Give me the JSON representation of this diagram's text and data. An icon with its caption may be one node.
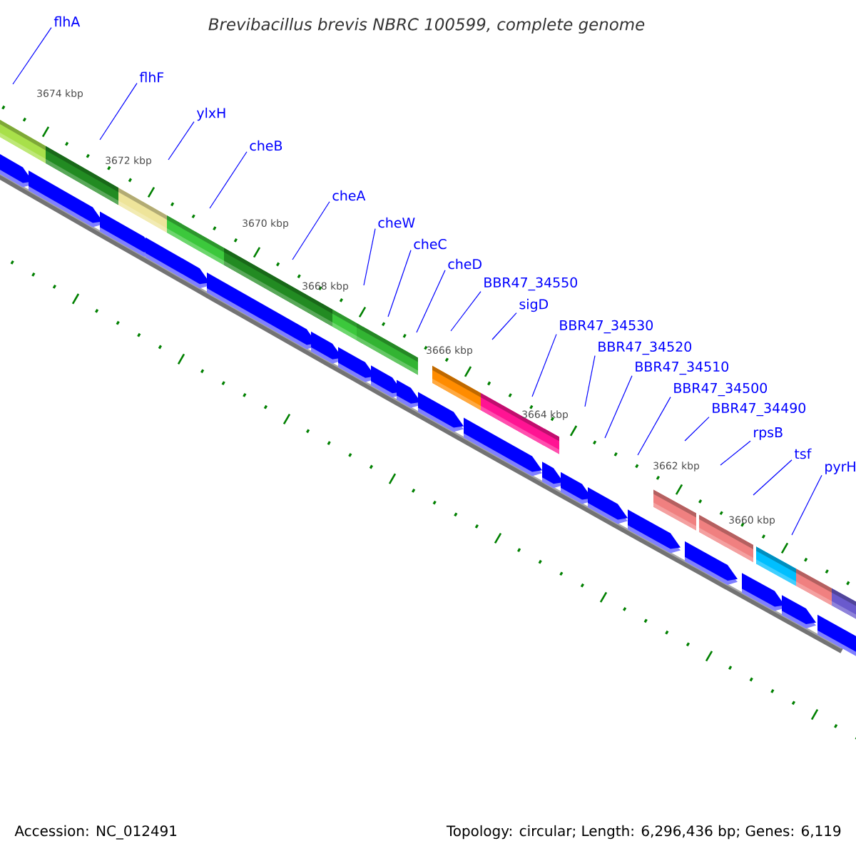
{
  "diagram": {
    "title": "Brevibacillus brevis NBRC 100599, complete genome",
    "nodes": [
      {
        "text": [
          "flhA"
        ]
      },
      {
        "text": [
          "flhF"
        ]
      },
      {
        "text": [
          "ylxH"
        ]
      },
      {
        "text": [
          "cheB"
        ]
      },
      {
        "text": [
          "cheA"
        ]
      },
      {
        "text": [
          "cheW"
        ]
      },
      {
        "text": [
          "cheC"
        ]
      },
      {
        "text": [
          "cheD"
        ]
      },
      {
        "text": [
          "BBR47_34550"
        ]
      },
      {
        "text": [
          "sigD"
        ]
      },
      {
        "text": [
          "BBR47_34530"
        ]
      },
      {
        "text": [
          "BBR47_34520"
        ]
      },
      {
        "text": [
          "BBR47_34510"
        ]
      },
      {
        "text": [
          "BBR47_34500"
        ]
      },
      {
        "text": [
          "BBR47_34490"
        ]
      },
      {
        "text": [
          "rpsB"
        ]
      },
      {
        "text": [
          "tsf"
        ]
      },
      {
        "text": [
          "pyrH"
        ]
      }
    ],
    "edges": [
      {
        "from": 0,
        "to": null,
        "arrow": "none"
      },
      {
        "from": 1,
        "to": null,
        "arrow": "none"
      },
      {
        "from": 2,
        "to": null,
        "arrow": "none"
      },
      {
        "from": 3,
        "to": null,
        "arrow": "none"
      },
      {
        "from": 4,
        "to": null,
        "arrow": "none"
      },
      {
        "from": 5,
        "to": null,
        "arrow": "none"
      },
      {
        "from": 6,
        "to": null,
        "arrow": "none"
      },
      {
        "from": 7,
        "to": null,
        "arrow": "none"
      },
      {
        "from": 8,
        "to": null,
        "arrow": "none"
      },
      {
        "from": 9,
        "to": null,
        "arrow": "none"
      },
      {
        "from": 10,
        "to": null,
        "arrow": "none"
      },
      {
        "from": 11,
        "to": null,
        "arrow": "none"
      },
      {
        "from": 12,
        "to": null,
        "arrow": "none"
      },
      {
        "from": 13,
        "to": null,
        "arrow": "none"
      },
      {
        "from": 14,
        "to": null,
        "arrow": "none"
      },
      {
        "from": 15,
        "to": null,
        "arrow": "none"
      },
      {
        "from": 16,
        "to": null,
        "arrow": "none"
      },
      {
        "from": 17,
        "to": null,
        "arrow": "none"
      }
    ],
    "labels": [
      "3674 kbp",
      "3672 kbp",
      "3670 kbp",
      "3668 kbp",
      "3666 kbp",
      "3664 kbp",
      "3662 kbp",
      "3660 kbp",
      "Accession: NC_012491",
      "Topology: circular; Length: 6,296,436 bp; Genes: 6,119"
    ]
  }
}
